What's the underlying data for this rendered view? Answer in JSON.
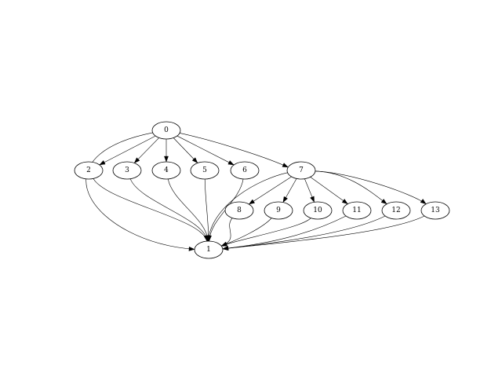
{
  "graph": {
    "nodes": [
      {
        "id": "0",
        "label": "0"
      },
      {
        "id": "1",
        "label": "1"
      },
      {
        "id": "2",
        "label": "2"
      },
      {
        "id": "3",
        "label": "3"
      },
      {
        "id": "4",
        "label": "4"
      },
      {
        "id": "5",
        "label": "5"
      },
      {
        "id": "6",
        "label": "6"
      },
      {
        "id": "7",
        "label": "7"
      },
      {
        "id": "8",
        "label": "8"
      },
      {
        "id": "9",
        "label": "9"
      },
      {
        "id": "10",
        "label": "10"
      },
      {
        "id": "11",
        "label": "11"
      },
      {
        "id": "12",
        "label": "12"
      },
      {
        "id": "13",
        "label": "13"
      }
    ],
    "edges": [
      {
        "from": "0",
        "to": "2"
      },
      {
        "from": "0",
        "to": "3"
      },
      {
        "from": "0",
        "to": "4"
      },
      {
        "from": "0",
        "to": "5"
      },
      {
        "from": "0",
        "to": "6"
      },
      {
        "from": "0",
        "to": "7"
      },
      {
        "from": "0",
        "to": "1"
      },
      {
        "from": "2",
        "to": "1"
      },
      {
        "from": "3",
        "to": "1"
      },
      {
        "from": "4",
        "to": "1"
      },
      {
        "from": "5",
        "to": "1"
      },
      {
        "from": "6",
        "to": "1"
      },
      {
        "from": "7",
        "to": "1"
      },
      {
        "from": "7",
        "to": "8"
      },
      {
        "from": "7",
        "to": "9"
      },
      {
        "from": "7",
        "to": "10"
      },
      {
        "from": "7",
        "to": "11"
      },
      {
        "from": "7",
        "to": "12"
      },
      {
        "from": "7",
        "to": "13"
      },
      {
        "from": "8",
        "to": "1"
      },
      {
        "from": "9",
        "to": "1"
      },
      {
        "from": "10",
        "to": "1"
      },
      {
        "from": "11",
        "to": "1"
      },
      {
        "from": "12",
        "to": "1"
      },
      {
        "from": "13",
        "to": "1"
      }
    ]
  }
}
